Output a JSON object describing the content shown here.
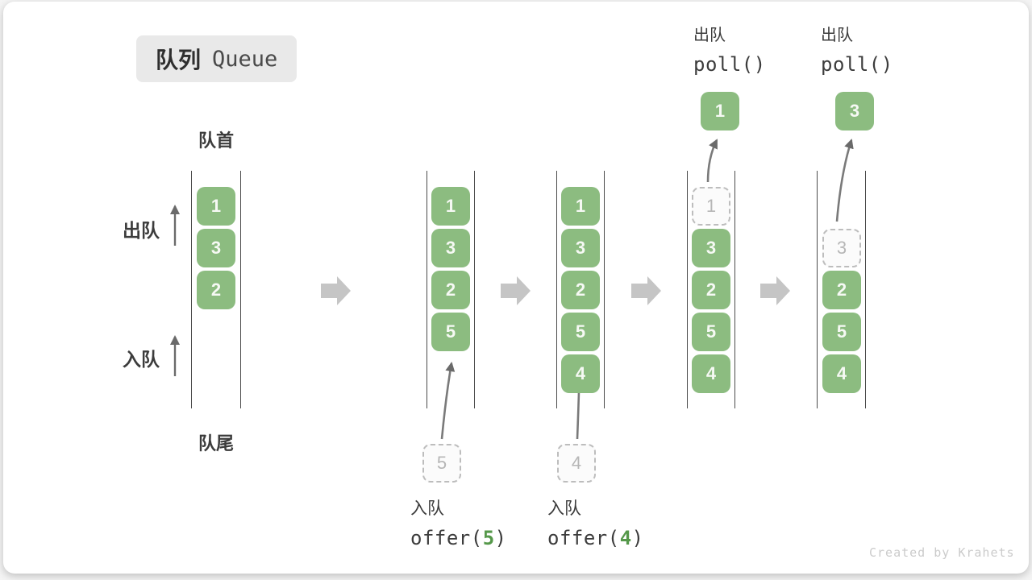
{
  "title": {
    "zh": "队列",
    "en": "Queue"
  },
  "labels": {
    "front": "队首",
    "rear": "队尾",
    "dequeue_side": "出队",
    "enqueue_side": "入队"
  },
  "ops": {
    "poll_a": {
      "label": "出队",
      "code": "poll()"
    },
    "poll_b": {
      "label": "出队",
      "code": "poll()"
    },
    "offer_5": {
      "label": "入队",
      "code_open": "offer(",
      "arg": "5",
      "code_close": ")"
    },
    "offer_4": {
      "label": "入队",
      "code_open": "offer(",
      "arg": "4",
      "code_close": ")"
    }
  },
  "queues": [
    {
      "cells": [
        "1",
        "3",
        "2"
      ]
    },
    {
      "cells": [
        "1",
        "3",
        "2",
        "5"
      ]
    },
    {
      "cells": [
        "1",
        "3",
        "2",
        "5",
        "4"
      ]
    },
    {
      "ghost": "1",
      "cells": [
        "3",
        "2",
        "5",
        "4"
      ]
    },
    {
      "ghost": "3",
      "cells": [
        "2",
        "5",
        "4"
      ]
    }
  ],
  "staged": [
    "5",
    "4"
  ],
  "popped": [
    "1",
    "3"
  ],
  "watermark": "Created by Krahets",
  "colors": {
    "cell_green": "#8cbc80",
    "code_green": "#55984a",
    "block_arrow_gray": "#c5c5c5",
    "line_dark": "#4b4b4b",
    "ghost_border": "#bdbdbd",
    "text_dark": "#3c3c3c"
  }
}
